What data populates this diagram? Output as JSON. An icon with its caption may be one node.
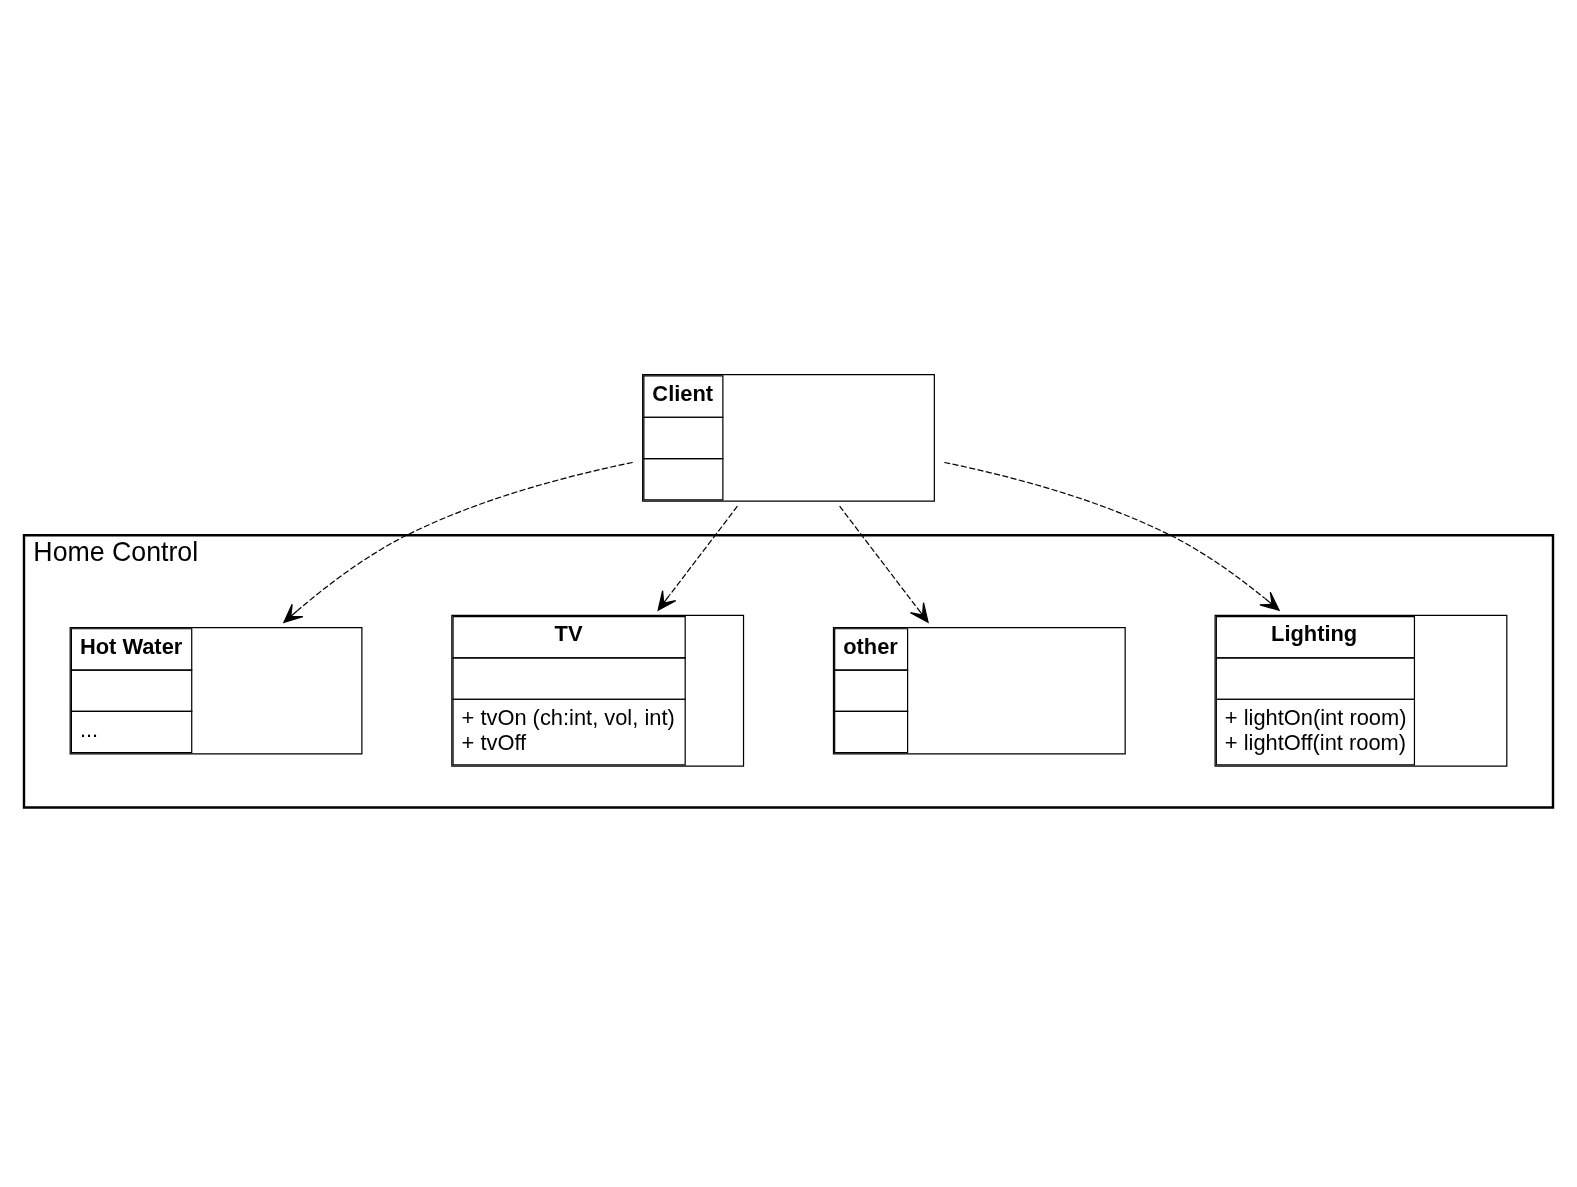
{
  "diagram": {
    "nodes": [
      {
        "text": [
          "Client"
        ]
      },
      {
        "text": [
          "Home Control"
        ]
      },
      {
        "text": [
          "Lighting",
          "+ lightOn(int room)",
          "+ lightOff(int room)"
        ],
        "in": 1
      },
      {
        "text": [
          "other"
        ],
        "in": 1
      },
      {
        "text": [
          "TV",
          "+ tvOn (ch:int, vol, int)",
          "+ tvOff"
        ],
        "in": 1
      },
      {
        "text": [
          "Hot Water",
          "..."
        ],
        "in": 1
      }
    ],
    "edges": [
      {
        "from": 0,
        "to": 2,
        "arrow": "to",
        "style": "dashed"
      },
      {
        "from": 0,
        "to": 4,
        "arrow": "to",
        "style": "dashed"
      },
      {
        "from": 0,
        "to": 5,
        "arrow": "to",
        "style": "dashed"
      },
      {
        "from": 0,
        "to": 3,
        "arrow": "to",
        "style": "dashed"
      }
    ]
  }
}
